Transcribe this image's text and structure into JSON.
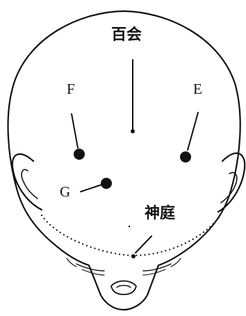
{
  "labels": {
    "baihui": "百会",
    "f": "F",
    "e": "E",
    "g": "G",
    "shenting": "神庭"
  }
}
